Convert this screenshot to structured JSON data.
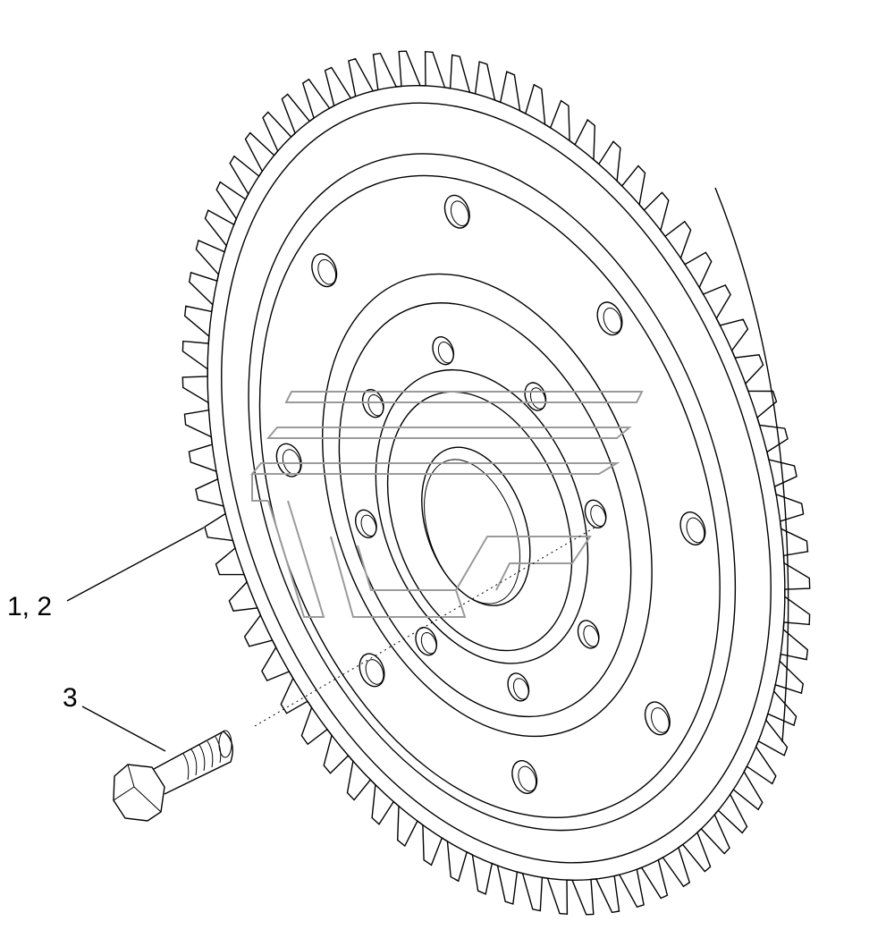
{
  "callouts": [
    {
      "id": "gear",
      "label": "1, 2"
    },
    {
      "id": "bolt",
      "label": "3"
    }
  ],
  "colors": {
    "line": "#000000",
    "watermark": "#9a9a9a",
    "background": "#ffffff"
  },
  "gear": {
    "tooth_count": 72,
    "outer_bolt_holes": 8,
    "inner_bolt_holes": 8
  }
}
